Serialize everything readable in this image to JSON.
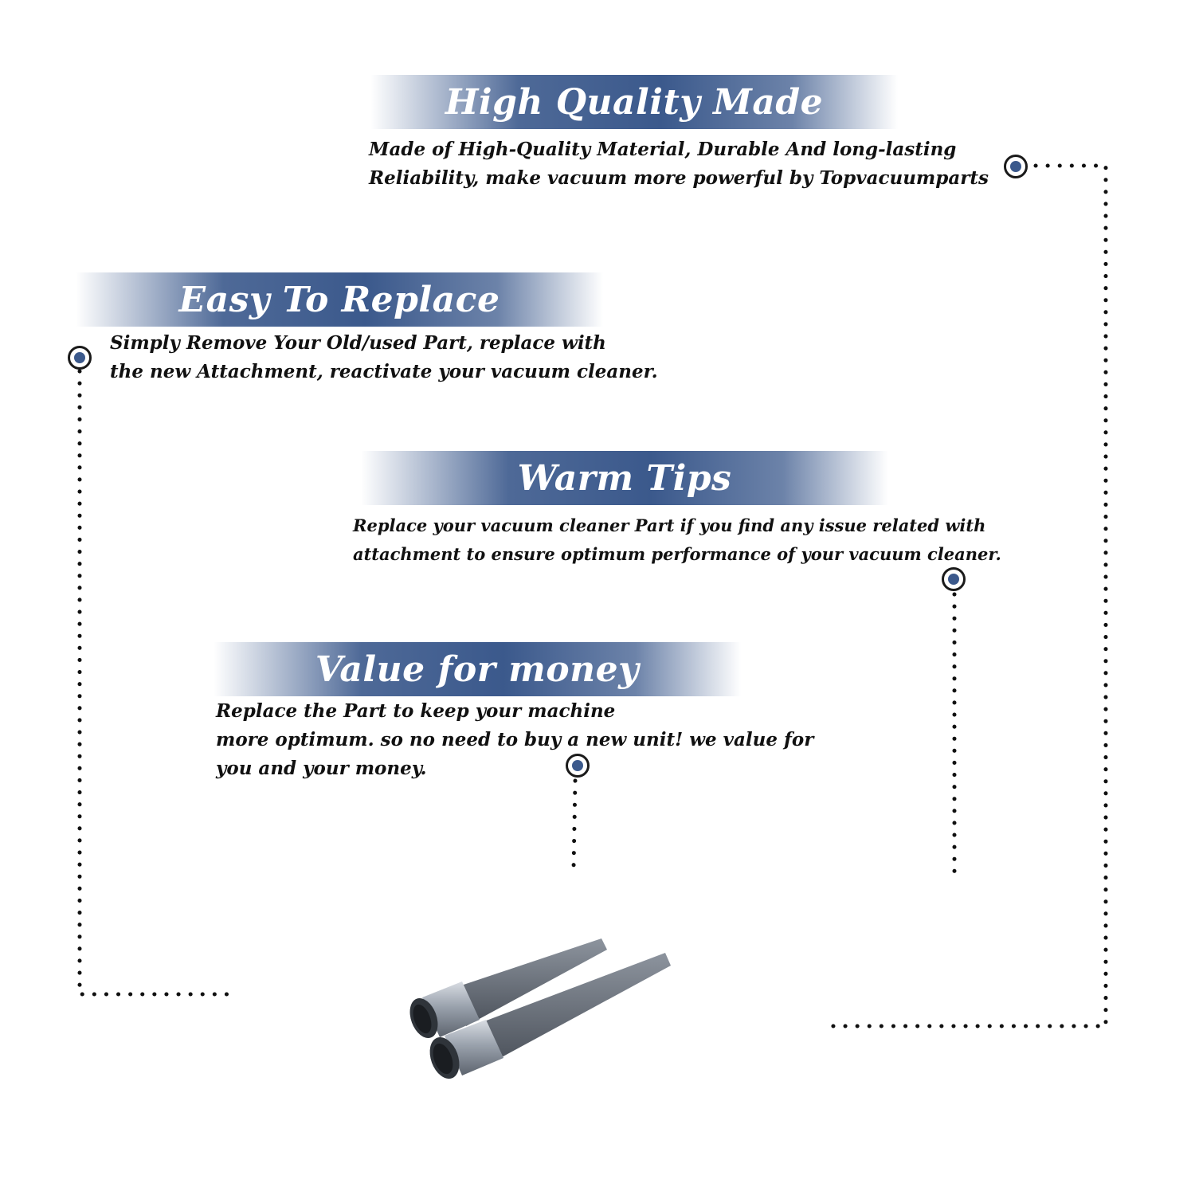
{
  "sections": [
    {
      "title": "High Quality Made",
      "lines": [
        "Made of  High-Quality Material, Durable And long-lasting",
        "Reliability, make vacuum more powerful by Topvacuumparts"
      ]
    },
    {
      "title": "Easy To Replace",
      "lines": [
        "Simply Remove Your Old/used Part, replace with",
        "the new Attachment, reactivate your vacuum cleaner."
      ]
    },
    {
      "title": "Warm Tips",
      "lines": [
        "Replace your vacuum cleaner Part if you find any issue related with",
        " attachment to ensure optimum performance of your vacuum cleaner."
      ]
    },
    {
      "title": "Value for money",
      "lines": [
        "Replace the Part to keep your machine",
        "more optimum. so no need to buy a new unit! we value for",
        "you and your money."
      ]
    }
  ],
  "colors": {
    "banner": "#3b598c",
    "marker": "#3b598c",
    "dots": "#111111"
  },
  "product": {
    "icon": "crevice-tool-pair-icon"
  }
}
